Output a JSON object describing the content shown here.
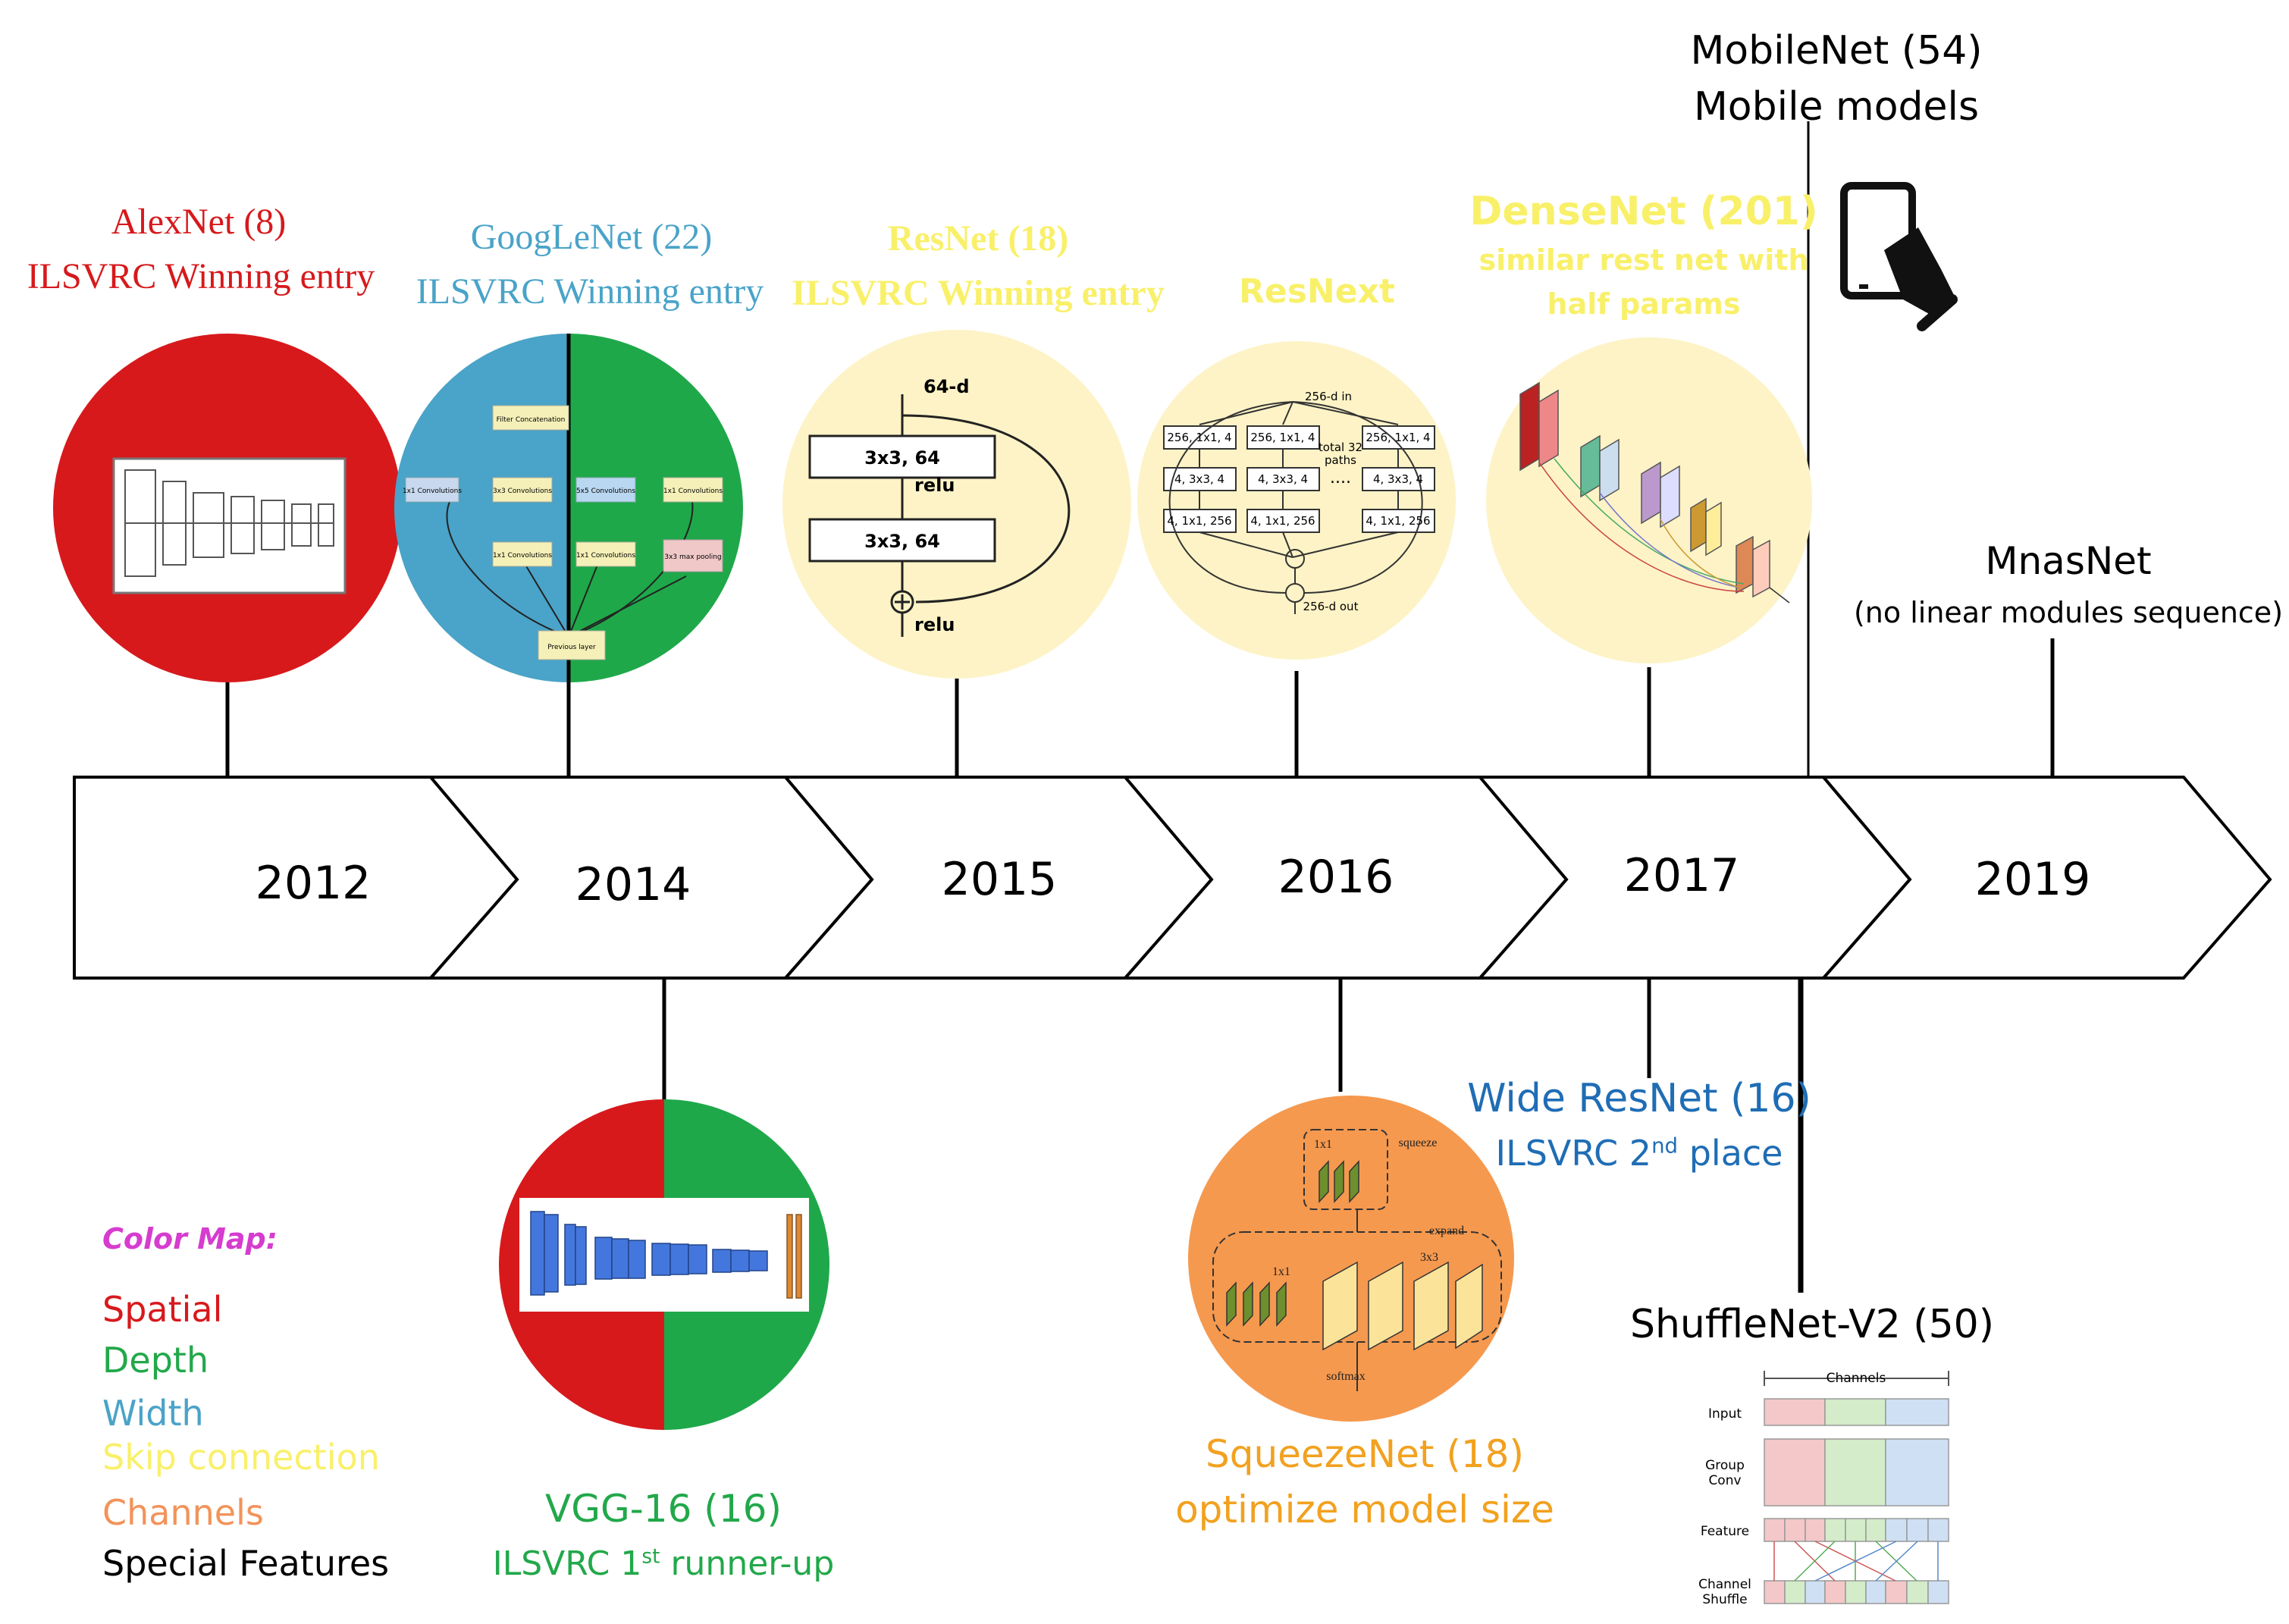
{
  "timeline": {
    "years": [
      "2012",
      "2014",
      "2015",
      "2016",
      "2017",
      "2019"
    ]
  },
  "above": {
    "alexnet": {
      "name": "AlexNet (8)",
      "note": "ILSVRC Winning entry",
      "color": "#d7191c"
    },
    "googlenet": {
      "name": "GoogLeNet (22)",
      "note": "ILSVRC Winning entry",
      "color": "#4aa3c8"
    },
    "resnet": {
      "name": "ResNet (18)",
      "note": "ILSVRC Winning entry",
      "color": "#f9f06a"
    },
    "resnext": {
      "name": "ResNext",
      "color": "#f9f06a"
    },
    "densenet": {
      "name": "DenseNet (201)",
      "note_line1": "similar rest net with",
      "note_line2": "half params",
      "color": "#f9f06a"
    },
    "mobilenet": {
      "name": "MobileNet (54)",
      "note": "Mobile models",
      "color": "#000000"
    },
    "mnasnet": {
      "name": "MnasNet",
      "note": "(no linear modules sequence)",
      "color": "#000000"
    }
  },
  "below": {
    "vgg": {
      "name": "VGG-16 (16)",
      "note_pre": "ILSVRC 1",
      "note_sup": "st",
      "note_post": "  runner-up",
      "color": "#22a84a"
    },
    "squeezenet": {
      "name": "SqueezeNet (18)",
      "note": "optimize model size",
      "color": "#f2a11f"
    },
    "wideresnet": {
      "name": "Wide ResNet (16)",
      "note_pre": "ILSVRC 2",
      "note_sup": "nd",
      "note_post": " place",
      "color": "#1f6db5"
    },
    "shufflenet": {
      "name": "ShuffleNet-V2 (50)",
      "color": "#000000"
    }
  },
  "legend": {
    "title": "Color Map:",
    "items": [
      {
        "label": "Spatial",
        "color": "#d7191c"
      },
      {
        "label": "Depth",
        "color": "#22a84a"
      },
      {
        "label": "Width",
        "color": "#4aa3c8"
      },
      {
        "label": "Skip connection",
        "color": "#f9f06a"
      },
      {
        "label": "Channels",
        "color": "#f2935a"
      },
      {
        "label": "Special Features",
        "color": "#000000"
      }
    ]
  },
  "resnet_block": {
    "in": "64-d",
    "layer1": "3x3, 64",
    "act1": "relu",
    "layer2": "3x3, 64",
    "act2": "relu"
  },
  "resnext_block": {
    "in": "256-d in",
    "out": "256-d out",
    "paths_line1": "total 32",
    "paths_line2": "paths",
    "row1": "256, 1x1, 4",
    "row2": "4, 3x3, 4",
    "row3": "4, 1x1, 256",
    "dots": "...."
  },
  "squeeze_block": {
    "squeeze": "squeeze",
    "expand": "expand",
    "softmax": "softmax",
    "k1a": "1x1",
    "k1b": "1x1",
    "k3": "3x3"
  },
  "googlenet_block": {
    "concat": "Filter Concatenation",
    "c1a": "1x1 Convolutions",
    "c3": "3x3 Convolutions",
    "c5": "5x5 Convolutions",
    "c1b": "1x1 Convolutions",
    "c1c": "1x1 Convolutions",
    "c1d": "1x1 Convolutions",
    "pool": "3x3 max pooling",
    "prev": "Previous layer"
  },
  "shuffle_block": {
    "channels": "Channels",
    "input": "Input",
    "gconv1": "Group",
    "gconv2": "Conv",
    "feature": "Feature",
    "shuffle1": "Channel",
    "shuffle2": "Shuffle"
  }
}
